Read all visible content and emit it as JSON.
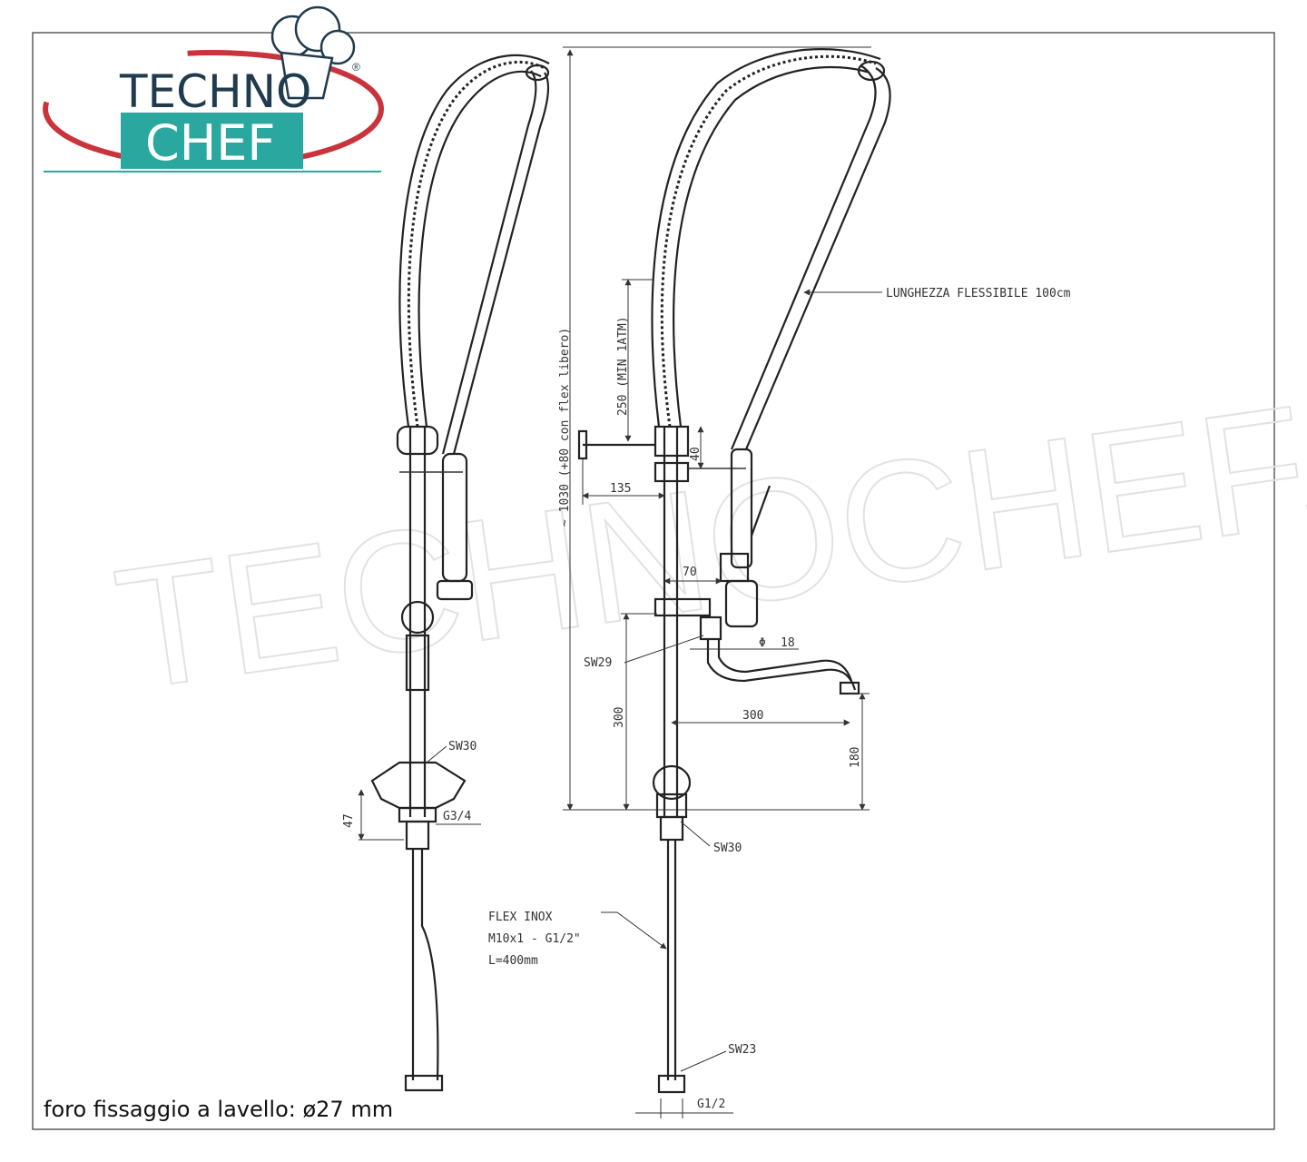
{
  "logo": {
    "line1": "TECHNO",
    "line2": "CHEF",
    "registered": "®",
    "colors": {
      "teal": "#2aa8a0",
      "red": "#c9343c",
      "dark": "#1f3b4d"
    }
  },
  "watermark": "TECHNOCHEF.IT",
  "caption": "foro fissaggio a lavello: ø27 mm",
  "left_view": {
    "labels": {
      "sw30": "SW30",
      "g34": "G3/4",
      "dim47": "47"
    }
  },
  "right_view": {
    "labels": {
      "hose_length": "LUNGHEZZA FLESSIBILE 100cm",
      "height": "~ 1030 (+80 con flex libero)",
      "spring": "250 (MIN 1ATM)",
      "d40": "40",
      "d135": "135",
      "d70": "70",
      "phi": "Φ",
      "d18": "18",
      "sw29": "SW29",
      "d300v": "300",
      "d300h": "300",
      "d180": "180",
      "sw30": "SW30",
      "flex1": "FLEX INOX",
      "flex2": "M10x1 - G1/2\"",
      "flex3": "L=400mm",
      "sw23": "SW23",
      "g12": "G1/2"
    }
  }
}
